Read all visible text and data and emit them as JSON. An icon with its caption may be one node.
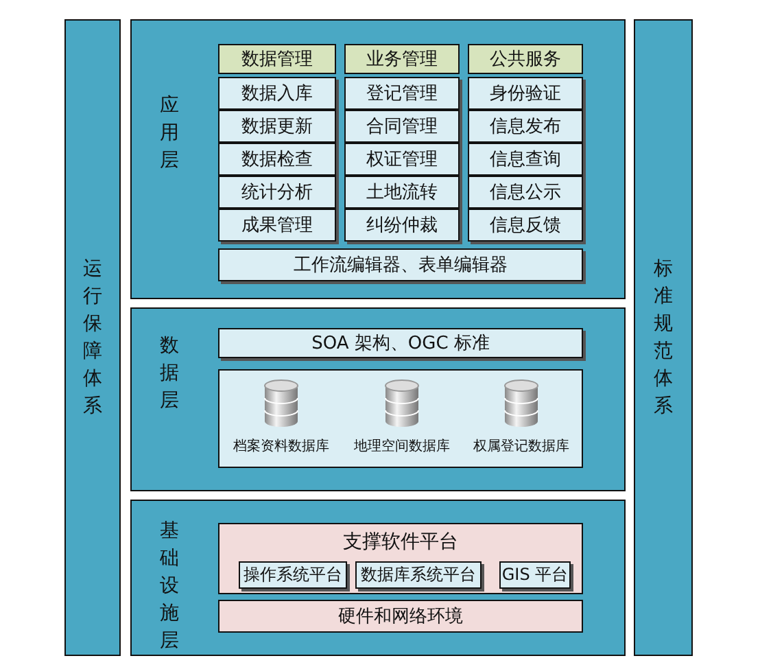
{
  "diagram": {
    "nodes": [
      {
        "text": [
          "运行保障体系"
        ]
      },
      {
        "text": [
          "应用层"
        ]
      },
      {
        "text": [
          "数据管理"
        ],
        "in": 1
      },
      {
        "text": [
          "业务管理"
        ],
        "in": 1
      },
      {
        "text": [
          "公共服务"
        ],
        "in": 1
      },
      {
        "text": [
          "数据入库"
        ],
        "in": 1
      },
      {
        "text": [
          "登记管理"
        ],
        "in": 1
      },
      {
        "text": [
          "身份验证"
        ],
        "in": 1
      },
      {
        "text": [
          "数据更新"
        ],
        "in": 1
      },
      {
        "text": [
          "合同管理"
        ],
        "in": 1
      },
      {
        "text": [
          "信息发布"
        ],
        "in": 1
      },
      {
        "text": [
          "数据检查"
        ],
        "in": 1
      },
      {
        "text": [
          "权证管理"
        ],
        "in": 1
      },
      {
        "text": [
          "信息查询"
        ],
        "in": 1
      },
      {
        "text": [
          "统计分析"
        ],
        "in": 1
      },
      {
        "text": [
          "土地流转"
        ],
        "in": 1
      },
      {
        "text": [
          "信息公示"
        ],
        "in": 1
      },
      {
        "text": [
          "成果管理"
        ],
        "in": 1
      },
      {
        "text": [
          "纠纷仲裁"
        ],
        "in": 1
      },
      {
        "text": [
          "信息反馈"
        ],
        "in": 1
      },
      {
        "text": [
          "工作流编辑器、表单编辑器"
        ],
        "in": 1
      },
      {
        "text": [
          "数据层"
        ]
      },
      {
        "text": [
          "SOA 架构、OGC 标准"
        ],
        "in": 21
      },
      {
        "text": [],
        "shape": "box",
        "in": 21
      },
      {
        "text": [
          "档案资料数据库"
        ],
        "in": 23
      },
      {
        "text": [
          "地理空间数据库"
        ],
        "in": 23
      },
      {
        "text": [
          "权属登记数据库"
        ],
        "in": 23
      },
      {
        "text": [
          "基础设施层"
        ]
      },
      {
        "text": [
          "支撑软件平台"
        ],
        "in": 27
      },
      {
        "text": [
          "操作系统平台"
        ],
        "in": 28
      },
      {
        "text": [
          "数据库系统平台"
        ],
        "in": 28
      },
      {
        "text": [
          "GIS 平台"
        ],
        "in": 28
      },
      {
        "text": [
          "硬件和网络环境"
        ],
        "in": 27
      },
      {
        "text": [
          "标准规范体系"
        ]
      }
    ],
    "edges": []
  }
}
